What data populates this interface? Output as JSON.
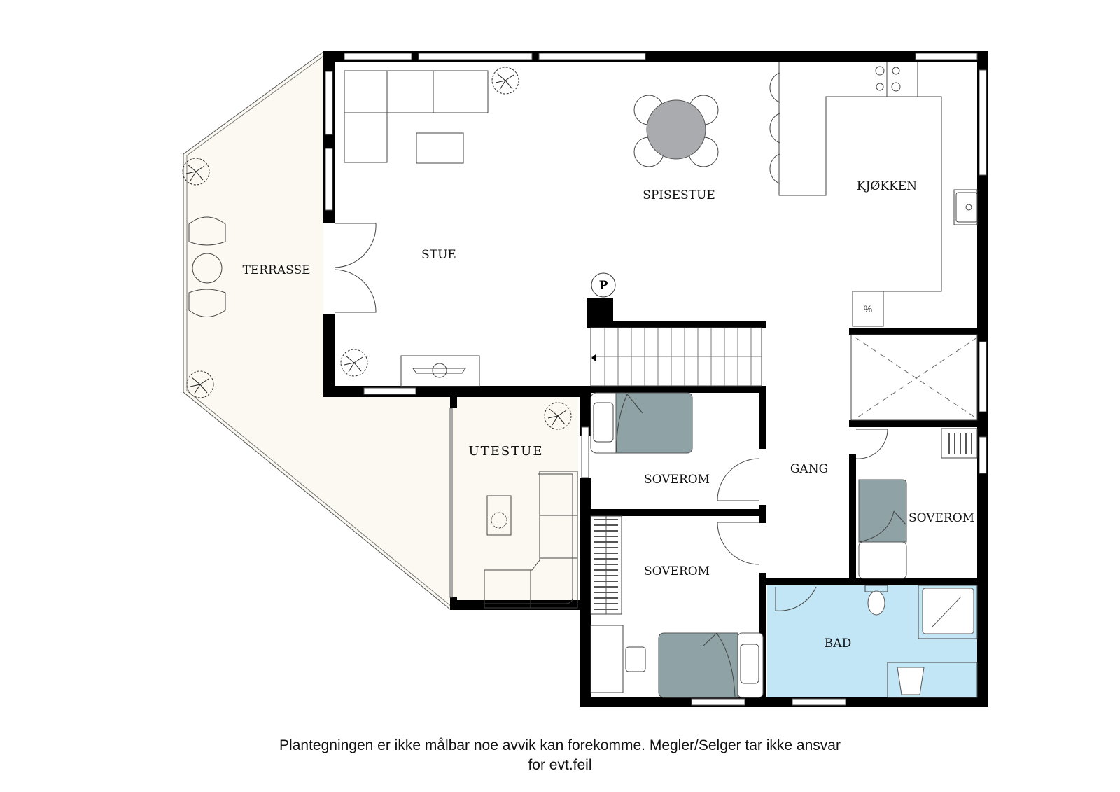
{
  "rooms": {
    "terrasse": "TERRASSE",
    "stue": "STUE",
    "spisestue": "SPISESTUE",
    "kjokken": "KJØKKEN",
    "utestue": "UTESTUE",
    "soverom_1": "SOVEROM",
    "soverom_2": "SOVEROM",
    "soverom_3": "SOVEROM",
    "gang": "GANG",
    "bad": "BAD"
  },
  "symbols": {
    "fireplace_marker": "P"
  },
  "colors": {
    "terrace_fill": "#fbf9f2",
    "bath_fill": "#c2e6f5",
    "bed_fill": "#8fa3a6",
    "table_fill": "#a9abae",
    "wall": "#000000"
  },
  "caption": {
    "line1": "Plantegningen er ikke målbar noe avvik kan forekomme. Megler/Selger tar ikke ansvar",
    "line2": "for evt.feil"
  }
}
